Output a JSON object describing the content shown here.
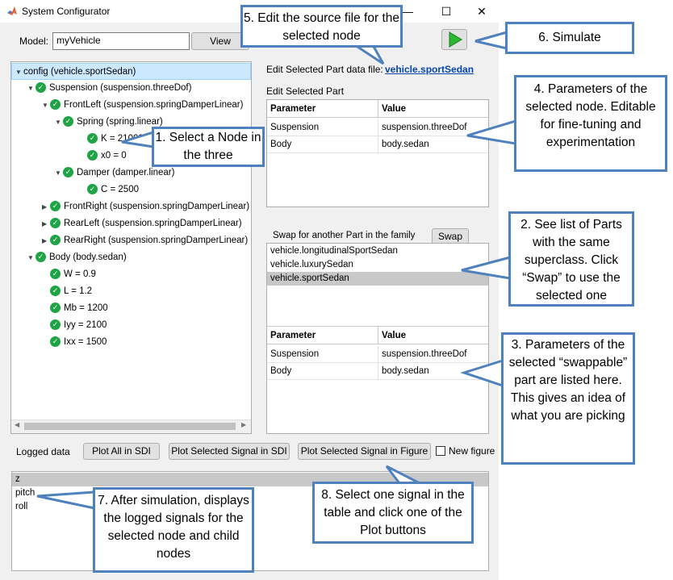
{
  "window": {
    "title": "System Configurator",
    "minimize": "—",
    "maximize": "☐",
    "close": "✕"
  },
  "model": {
    "label": "Model:",
    "value": "myVehicle",
    "view_button": "View"
  },
  "tree": [
    {
      "text": "config (vehicle.sportSedan)",
      "expanded": true,
      "check": false,
      "selected": true
    },
    {
      "text": "Suspension (suspension.threeDof)",
      "expanded": true,
      "check": true
    },
    {
      "text": "FrontLeft (suspension.springDamperLinear)",
      "expanded": true,
      "check": true
    },
    {
      "text": "Spring (spring.linear)",
      "expanded": true,
      "check": true
    },
    {
      "text": "K = 21000",
      "check": true
    },
    {
      "text": "x0 = 0",
      "check": true
    },
    {
      "text": "Damper (damper.linear)",
      "expanded": true,
      "check": true
    },
    {
      "text": "C = 2500",
      "check": true
    },
    {
      "text": "FrontRight (suspension.springDamperLinear)",
      "expanded": false,
      "check": true
    },
    {
      "text": "RearLeft (suspension.springDamperLinear)",
      "expanded": false,
      "check": true
    },
    {
      "text": "RearRight (suspension.springDamperLinear)",
      "expanded": false,
      "check": true
    },
    {
      "text": "Body (body.sedan)",
      "expanded": true,
      "check": true
    },
    {
      "text": "W = 0.9",
      "check": true
    },
    {
      "text": "L = 1.2",
      "check": true
    },
    {
      "text": "Mb = 1200",
      "check": true
    },
    {
      "text": "Iyy = 2100",
      "check": true
    },
    {
      "text": "Ixx = 1500",
      "check": true
    }
  ],
  "edit": {
    "file_label": "Edit Selected Part data file:",
    "file_link": "vehicle.sportSedan",
    "section_label": "Edit Selected Part",
    "col_param": "Parameter",
    "col_value": "Value",
    "rows": [
      {
        "param": "Suspension",
        "value": "suspension.threeDof"
      },
      {
        "param": "Body",
        "value": "body.sedan"
      }
    ]
  },
  "swap": {
    "section_label": "Swap for another Part in the family",
    "button": "Swap",
    "options": [
      "vehicle.longitudinalSportSedan",
      "vehicle.luxurySedan",
      "vehicle.sportSedan"
    ],
    "selected_index": 2,
    "col_param": "Parameter",
    "col_value": "Value",
    "rows": [
      {
        "param": "Suspension",
        "value": "suspension.threeDof"
      },
      {
        "param": "Body",
        "value": "body.sedan"
      }
    ]
  },
  "logged": {
    "label": "Logged data",
    "plot_all": "Plot All in SDI",
    "plot_selected_sdi": "Plot Selected Signal in SDI",
    "plot_selected_fig": "Plot Selected Signal in Figure",
    "new_figure": "New figure",
    "new_figure_checked": false,
    "signals": [
      "z",
      "pitch",
      "roll"
    ],
    "selected_index": 0
  },
  "callouts": {
    "c1": "1. Select a Node in the three",
    "c2": "2. See list of Parts with the same superclass. Click “Swap” to use the selected one",
    "c3": "3. Parameters of the selected “swappable” part are listed here. This gives an idea of what you are picking",
    "c4": "4. Parameters of the selected node. Editable for fine-tuning and experimentation",
    "c5": "5. Edit the source file for the selected node",
    "c6": "6. Simulate",
    "c7": "7. After simulation, displays the logged signals for the selected node and child nodes",
    "c8": "8. Select one signal in the table and click one of the Plot buttons"
  },
  "colors": {
    "callout_border": "#4f81bd",
    "check_green": "#1ea345",
    "selection_blue": "#cce8ff",
    "selection_gray": "#c8c8c8"
  }
}
